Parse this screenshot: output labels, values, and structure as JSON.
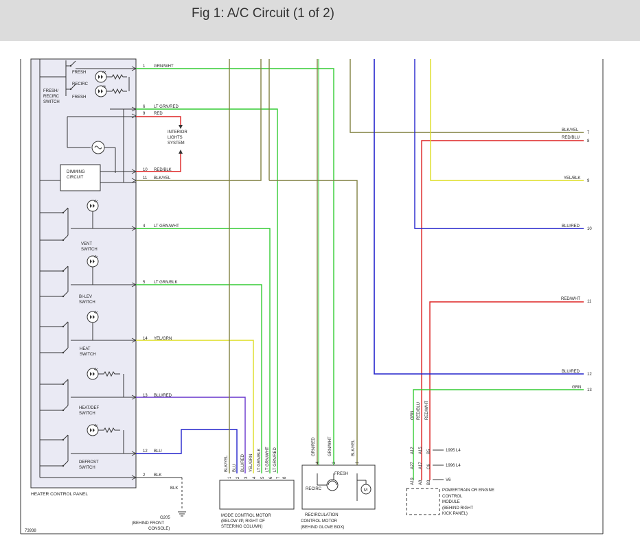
{
  "header": {
    "title": "Fig 1: A/C Circuit (1 of 2)"
  },
  "colors": {
    "green": "#33cc33",
    "olive": "#808040",
    "blue": "#2222cc",
    "red": "#dd2222",
    "yellow": "#dddd22",
    "purple": "#6633cc",
    "black": "#333333"
  },
  "diagram": {
    "figure_id": "73938",
    "heater_panel": {
      "label": "HEATER CONTROL PANEL",
      "fresh_recirc_switch": [
        "FRESH/",
        "RECIRC",
        "SWITCH"
      ],
      "fresh_top": "FRESH",
      "recirc": "RECIRC",
      "fresh_bottom": "FRESH",
      "dimming_circuit": [
        "DIMMING",
        "CIRCUIT"
      ],
      "vent_switch": [
        "VENT",
        "SWITCH"
      ],
      "bilev_switch": [
        "BI-LEV",
        "SWITCH"
      ],
      "heat_switch": [
        "HEAT",
        "SWITCH"
      ],
      "heatdef_switch": [
        "HEAT/DEF",
        "SWITCH"
      ],
      "defrost_switch": [
        "DEFROST",
        "SWITCH"
      ]
    },
    "panel_pins": [
      {
        "pin": "1",
        "wire": "GRN/WHT"
      },
      {
        "pin": "6",
        "wire": "LT GRN/RED"
      },
      {
        "pin": "9",
        "wire": "RED"
      },
      {
        "pin": "10",
        "wire": "RED/BLK"
      },
      {
        "pin": "11",
        "wire": "BLK/YEL"
      },
      {
        "pin": "4",
        "wire": "LT GRN/WHT"
      },
      {
        "pin": "5",
        "wire": "LT GRN/BLK"
      },
      {
        "pin": "14",
        "wire": "YEL/GRN"
      },
      {
        "pin": "13",
        "wire": "BLU/RED"
      },
      {
        "pin": "12",
        "wire": "BLU"
      },
      {
        "pin": "2",
        "wire": "BLK"
      }
    ],
    "interior_lights": [
      "INTERIOR",
      "LIGHTS",
      "SYSTEM"
    ],
    "ground": {
      "wire": "BLK",
      "id": "G205",
      "location": [
        "(BEHIND FRONT",
        "CONSOLE)"
      ]
    },
    "mode_motor": {
      "title": [
        "MODE CONTROL MOTOR",
        "(BELOW I/P, RIGHT OF",
        "STEERING COLUMN)"
      ],
      "pins": [
        {
          "pin": "1",
          "wire": "BLK/YEL"
        },
        {
          "pin": "2",
          "wire": "BLU"
        },
        {
          "pin": "3",
          "wire": "BLU/RED"
        },
        {
          "pin": "4",
          "wire": "YEL/GRN"
        },
        {
          "pin": "5",
          "wire": "LT GRN/BLK"
        },
        {
          "pin": "6",
          "wire": "LT GRN/WHT"
        },
        {
          "pin": "7",
          "wire": "LT GRN/RED"
        },
        {
          "pin": "8",
          "wire": ""
        }
      ]
    },
    "recirc_motor": {
      "title": [
        "RECIRCULATION",
        "CONTROL MOTOR",
        "(BEHIND GLOVE BOX)"
      ],
      "fresh": "FRESH",
      "recirc": "RECIRC",
      "motor": "M",
      "pins": [
        {
          "pin": "4",
          "wire": "GRN/RED"
        },
        {
          "pin": "2",
          "wire": "GRN/WHT"
        },
        {
          "pin": "1",
          "wire": "BLK/YEL"
        }
      ]
    },
    "pcm": {
      "title": [
        "POWERTRAIN OR ENGINE",
        "CONTROL",
        "MODULE",
        "(BEHIND RIGHT",
        "KICK PANEL)"
      ],
      "wires": [
        "GRN",
        "RED/BLU",
        "RED/WHT"
      ],
      "rows": [
        {
          "pins": [
            "A12",
            "A15",
            "B5"
          ],
          "label": "1995 L4"
        },
        {
          "pins": [
            "A27",
            "A17",
            "C6"
          ],
          "label": "1996 L4"
        },
        {
          "pins": [
            "A19",
            "A8",
            "B3"
          ],
          "label": "V6"
        }
      ]
    },
    "right_connectors": [
      {
        "pin": "7",
        "wire": "BLK/YEL"
      },
      {
        "pin": "8",
        "wire": "RED/BLU"
      },
      {
        "pin": "9",
        "wire": "YEL/BLK"
      },
      {
        "pin": "10",
        "wire": "BLU/RED"
      },
      {
        "pin": "11",
        "wire": "RED/WHT"
      },
      {
        "pin": "12",
        "wire": "BLU/RED"
      },
      {
        "pin": "13",
        "wire": "GRN"
      }
    ]
  }
}
